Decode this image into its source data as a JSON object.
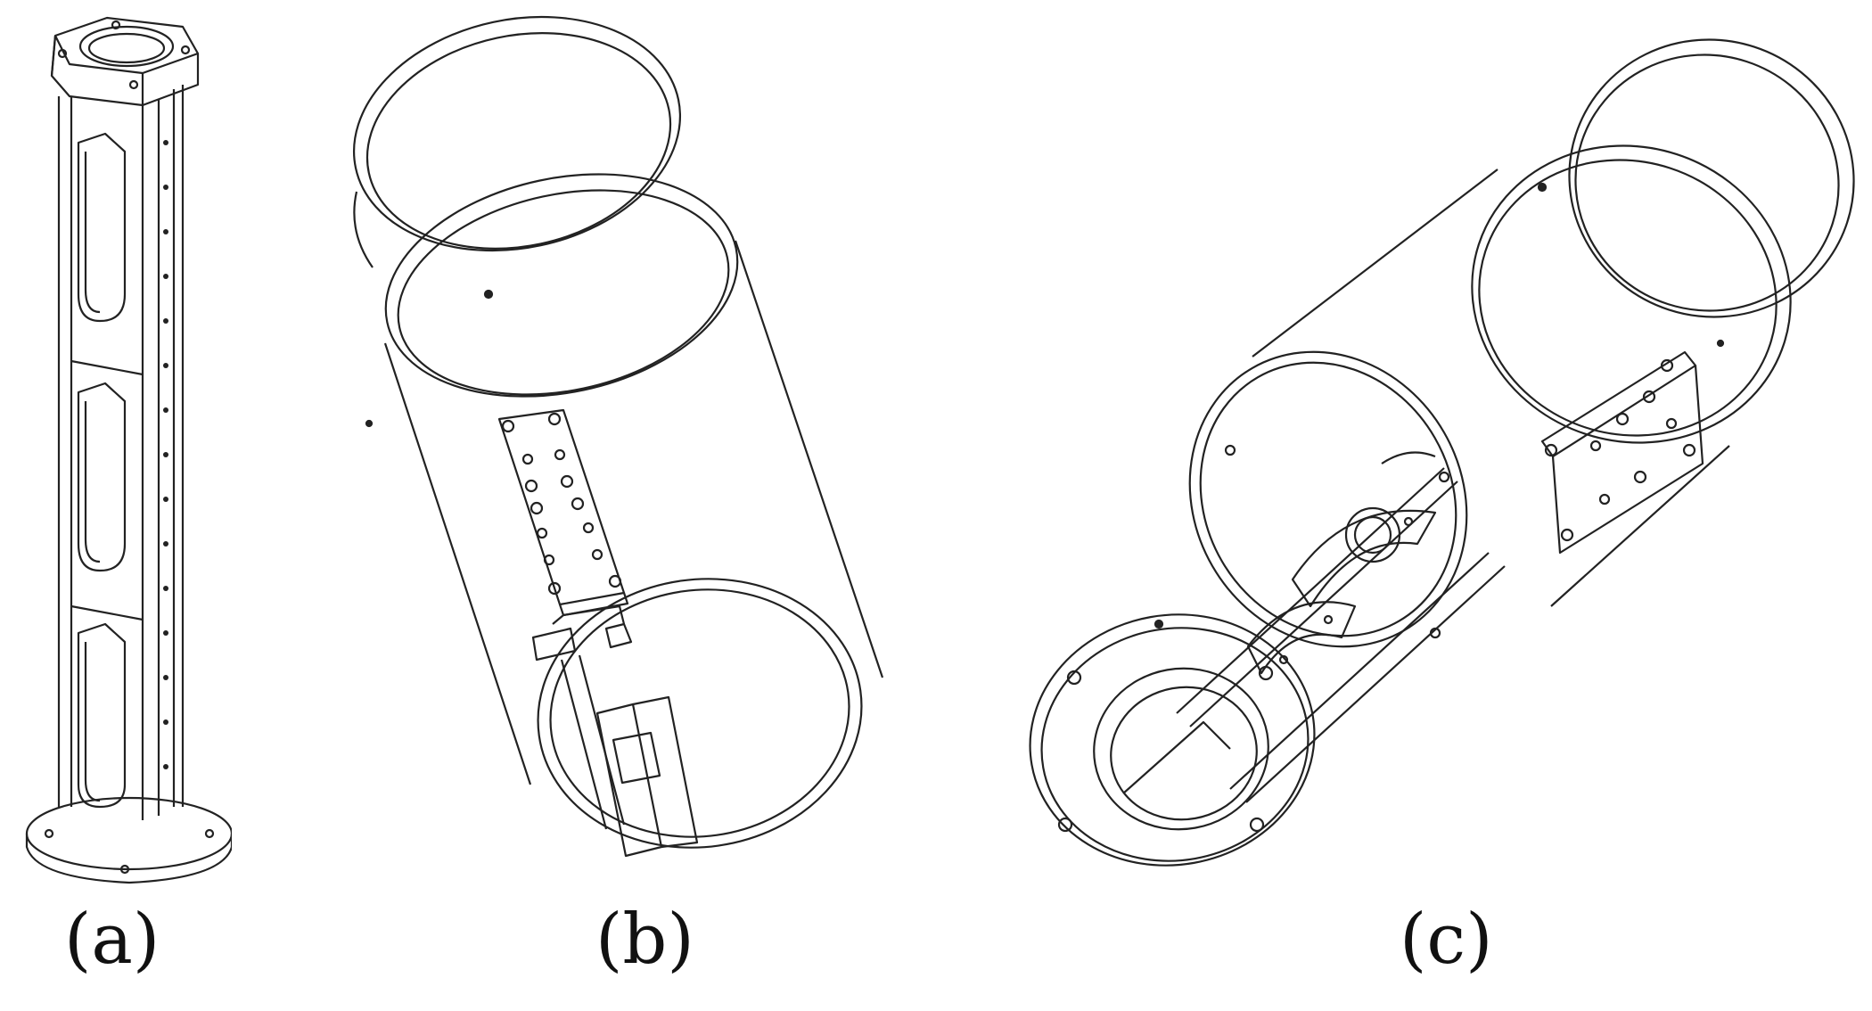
{
  "figure": {
    "panels": [
      {
        "label": "(a)",
        "subject": "tripod-frame"
      },
      {
        "label": "(b)",
        "subject": "cylinder-housing-with-top-plate"
      },
      {
        "label": "(c)",
        "subject": "housing-with-inserted-frame"
      }
    ],
    "line_color": "#222222",
    "background": "#ffffff"
  }
}
